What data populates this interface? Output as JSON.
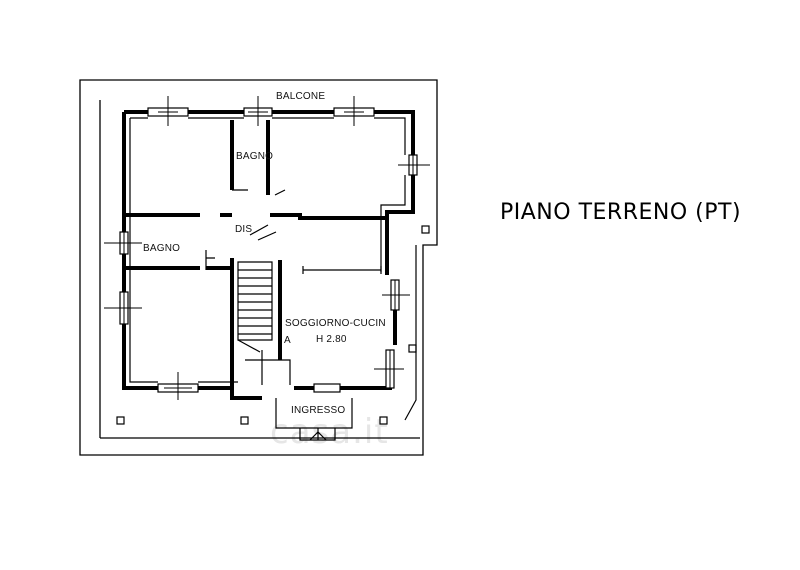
{
  "title": "PIANO TERRENO (PT)",
  "rooms": {
    "balcone": "BALCONE",
    "bagno_upper": "BAGNO",
    "bagno_lower": "BAGNO",
    "dis": "DIS",
    "soggiorno": "SOGGIORNO-CUCIN",
    "soggiorno_height": "H 2.80",
    "stair_mark": "A",
    "ingresso": "INGRESSO"
  },
  "watermark": "casa.it"
}
